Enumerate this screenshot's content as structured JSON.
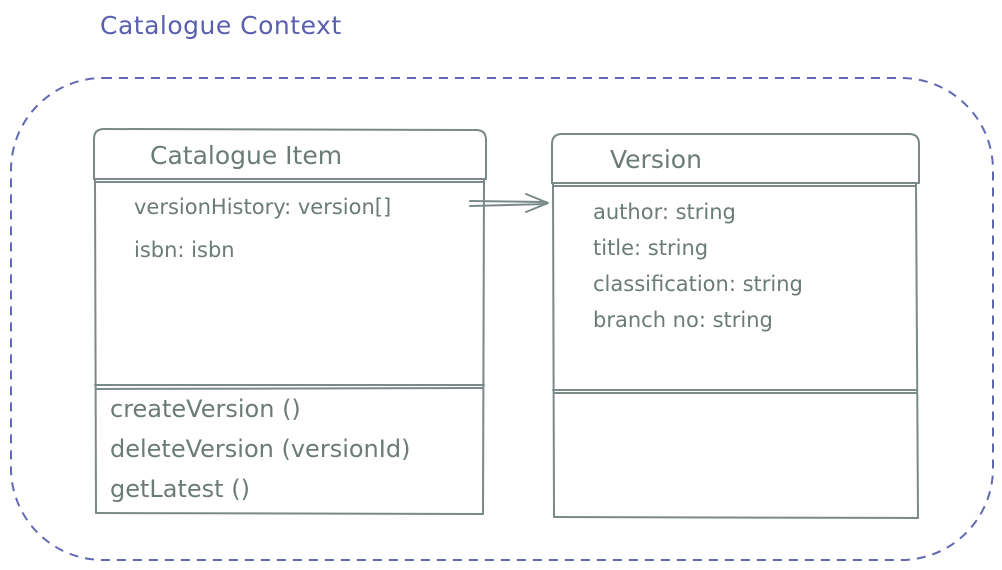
{
  "context": {
    "title": "Catalogue Context"
  },
  "classes": [
    {
      "name": "Catalogue Item",
      "attributes": [
        "versionHistory: version[]",
        "isbn: isbn"
      ],
      "methods": [
        "createVersion ()",
        "deleteVersion (versionId)",
        "getLatest ()"
      ]
    },
    {
      "name": "Version",
      "attributes": [
        "author: string",
        "title: string",
        "classification: string",
        "branch no: string"
      ],
      "methods": []
    }
  ],
  "relations": [
    {
      "from": "Catalogue Item",
      "to": "Version"
    }
  ],
  "colors": {
    "context": "#6368b2",
    "box": "#7a8a88",
    "text": "#6b7b78"
  }
}
